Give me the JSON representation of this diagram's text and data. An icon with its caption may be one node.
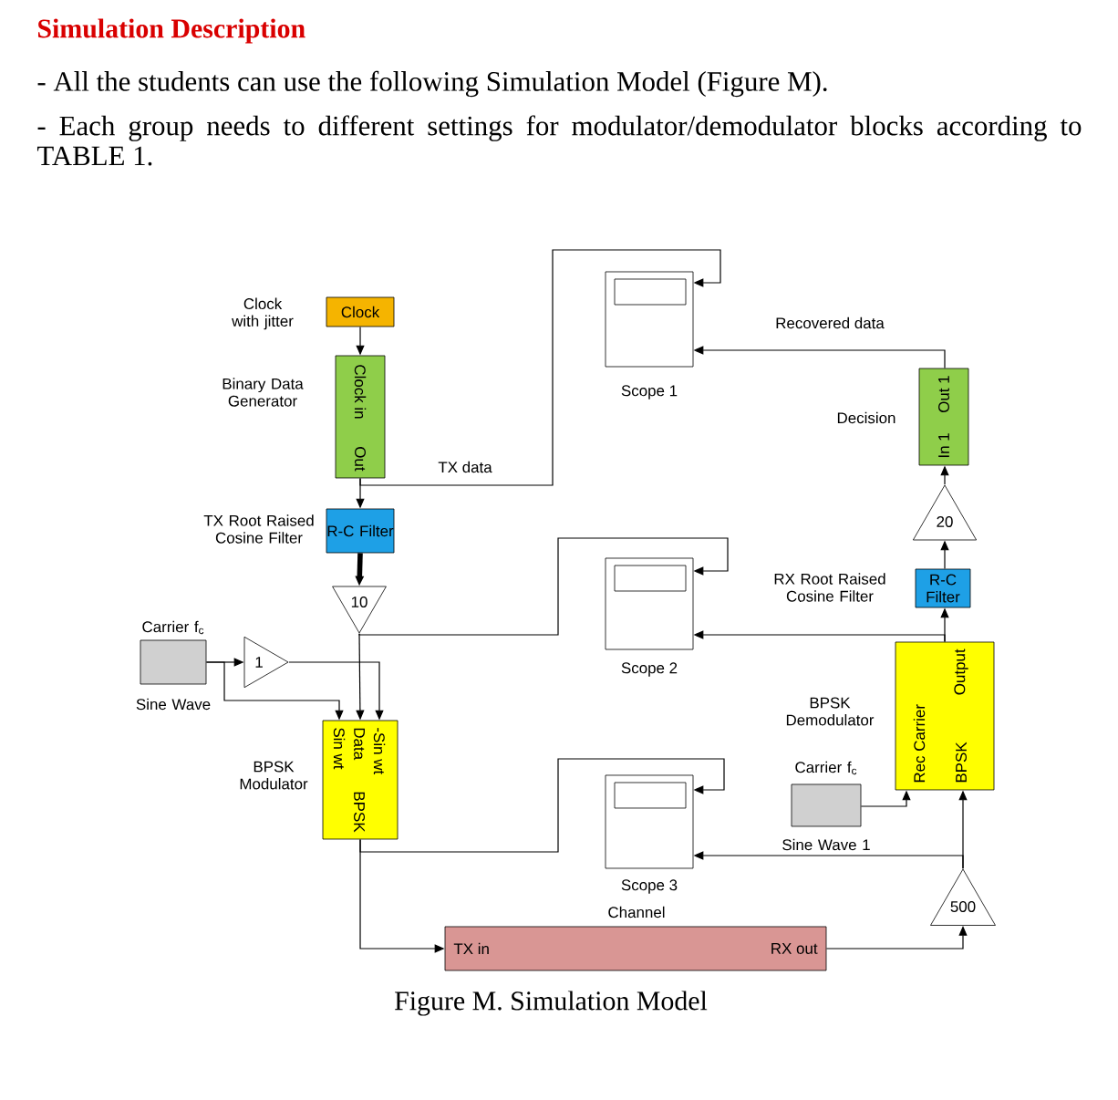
{
  "diagram": {
    "title": "Simulation Description",
    "caption": "Figure M. Simulation Model",
    "labels": [
      "- All the students can use the following Simulation Model (Figure M).",
      "- Each group needs to different settings for modulator/demodulator blocks according to TABLE 1."
    ],
    "nodes": [
      {
        "text": [
          "Clock"
        ],
        "beside": [
          "Clock with jitter"
        ]
      },
      {
        "text": [
          "Clock in",
          "Out"
        ],
        "beside": [
          "Binary Data Generator"
        ]
      },
      {
        "text": [
          "R-C Filter"
        ],
        "beside": [
          "TX Root Raised Cosine Filter"
        ]
      },
      {
        "text": [
          "10"
        ]
      },
      {
        "text": [],
        "shape": "box",
        "beside": [
          "Carrier f$_{c}$",
          "Sine Wave"
        ]
      },
      {
        "text": [
          "1"
        ]
      },
      {
        "text": [
          "Sin wt",
          "Data",
          "-Sin wt",
          "BPSK"
        ],
        "beside": [
          "BPSK Modulator"
        ]
      },
      {
        "text": [
          "Scope 1"
        ]
      },
      {
        "text": [
          "In 1",
          "Out 1"
        ],
        "beside": [
          "Decision"
        ]
      },
      {
        "text": [
          "20"
        ]
      },
      {
        "text": [
          "R-C Filter"
        ],
        "beside": [
          "RX Root Raised Cosine Filter"
        ]
      },
      {
        "text": [
          "Scope 2"
        ]
      },
      {
        "text": [
          "Rec Carrier",
          "Output",
          "BPSK"
        ],
        "beside": [
          "BPSK Demodulator"
        ]
      },
      {
        "text": [],
        "shape": "box",
        "beside": [
          "Carrier f$_{c}$",
          "Sine Wave 1"
        ]
      },
      {
        "text": [
          "Scope 3"
        ]
      },
      {
        "text": [
          "TX in",
          "RX out"
        ],
        "beside": [
          "Channel"
        ]
      },
      {
        "text": [
          "500"
        ]
      }
    ],
    "edges": [
      {
        "from": 0,
        "to": 1,
        "arrow": "to"
      },
      {
        "from": 1,
        "to": 2,
        "arrow": "to"
      },
      {
        "from": 1,
        "to": 7,
        "arrow": "to",
        "label": "TX data"
      },
      {
        "from": 2,
        "to": 3,
        "arrow": "to",
        "style": "thick"
      },
      {
        "from": 3,
        "to": 6,
        "arrow": "to"
      },
      {
        "from": 3,
        "to": 11,
        "arrow": "to"
      },
      {
        "from": 4,
        "to": 5,
        "arrow": "to"
      },
      {
        "from": 4,
        "to": 6,
        "arrow": "to"
      },
      {
        "from": 5,
        "to": 6,
        "arrow": "to"
      },
      {
        "from": 6,
        "to": 15,
        "arrow": "to"
      },
      {
        "from": 6,
        "to": 14,
        "arrow": "to"
      },
      {
        "from": 15,
        "to": 16,
        "arrow": "to"
      },
      {
        "from": 16,
        "to": 12,
        "arrow": "to"
      },
      {
        "from": 16,
        "to": 14,
        "arrow": "to"
      },
      {
        "from": 13,
        "to": 12,
        "arrow": "to"
      },
      {
        "from": 12,
        "to": 10,
        "arrow": "to"
      },
      {
        "from": 12,
        "to": 11,
        "arrow": "to"
      },
      {
        "from": 10,
        "to": 9,
        "arrow": "to"
      },
      {
        "from": 9,
        "to": 8,
        "arrow": "to"
      },
      {
        "from": 8,
        "to": 7,
        "arrow": "to",
        "label": "Recovered data"
      }
    ]
  }
}
